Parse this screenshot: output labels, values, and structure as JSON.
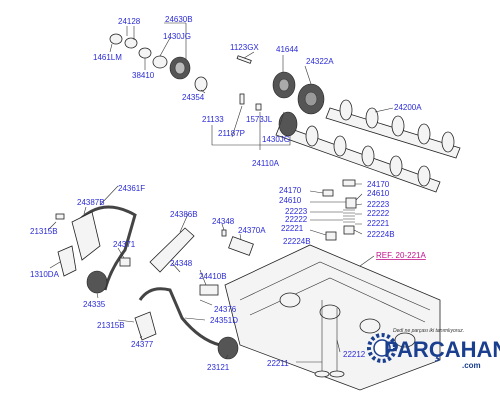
{
  "diagram": {
    "labels": {
      "p24128": "24128",
      "p24630b": "24630B",
      "p1430jg_top": "1430JG",
      "p1461lm": "1461LM",
      "p38410": "38410",
      "p1123gx": "1123GX",
      "p41644": "41644",
      "p24322a": "24322A",
      "p24354": "24354",
      "p24200a": "24200A",
      "p21133": "21133",
      "p1573jl": "1573JL",
      "p21187p": "21187P",
      "p1430jg_mid": "1430JG",
      "p24110a": "24110A",
      "p24170_l": "24170",
      "p24170_r": "24170",
      "p24610_l": "24610",
      "p24610_r": "24610",
      "p22223_l": "22223",
      "p22223_r": "22223",
      "p22222_l": "22222",
      "p22222_r": "22222",
      "p22221_l": "22221",
      "p22221_r": "22221",
      "p22224b_l": "22224B",
      "p22224b_r": "22224B",
      "p24361f": "24361F",
      "p24387b": "24387B",
      "p21315b_top": "21315B",
      "p24386b": "24386B",
      "p24348_top": "24348",
      "p24370a": "24370A",
      "p24371": "24371",
      "p1310da": "1310DA",
      "p24348_mid": "24348",
      "p24410b": "24410B",
      "p24335": "24335",
      "p21315b_bot": "21315B",
      "p24376": "24376",
      "p24351d": "24351D",
      "p24377": "24377",
      "p23121": "23121",
      "p22211": "22211",
      "p22212": "22212"
    },
    "reference": "REF. 20-221A"
  },
  "watermark": {
    "brand": "PARÇAHANI",
    "domain": ".com",
    "slogan": "Dedi ne parçası iki tanımlıyoruz."
  },
  "colors": {
    "label": "#2b2bd6",
    "reference": "#c0128a",
    "brand": "#1a3f8f"
  }
}
